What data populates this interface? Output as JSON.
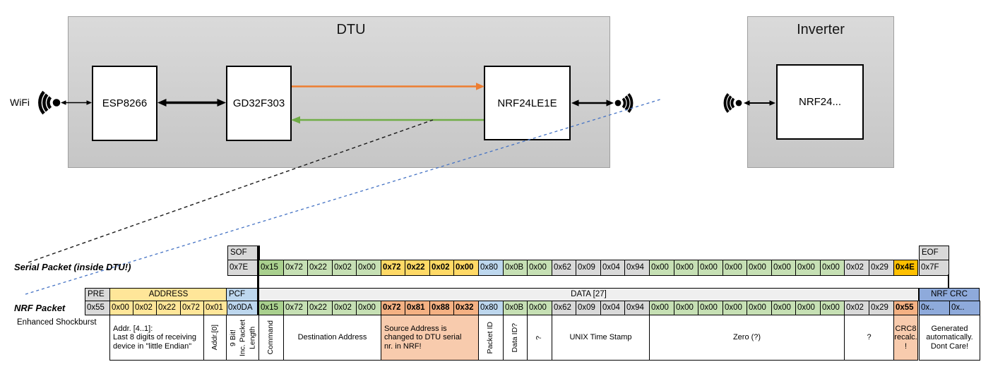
{
  "diagram": {
    "wifi_label": "WiFi",
    "dtu": {
      "title": "DTU",
      "chips": [
        "ESP8266",
        "GD32F303",
        "NRF24LE1E"
      ]
    },
    "inverter": {
      "title": "Inverter",
      "chip": "NRF24..."
    }
  },
  "palette": {
    "gray": "#D9D9D9",
    "data_header_gray": "#EFEFEF",
    "green_dark": "#A9D08E",
    "green": "#C6E0B4",
    "yellow": "#FFE699",
    "gold": "#FFD966",
    "amber": "#FFC000",
    "blue": "#BDD7EE",
    "blue_dark": "#8EAADB",
    "orange": "#F4B183",
    "peach": "#F8CBAD",
    "white": "#FFFFFF",
    "arrow_orange": "#ED7D31",
    "arrow_green": "#70AD47",
    "dash_blue": "#4472C4"
  },
  "serial_packet": {
    "label": "Serial Packet (inside DTU!)",
    "sof_header": "SOF",
    "sof_value": "0x7E",
    "eof_header": "EOF",
    "eof_value": "0x7F",
    "bytes": [
      {
        "v": "0x15",
        "c": "green_dark"
      },
      {
        "v": "0x72",
        "c": "green"
      },
      {
        "v": "0x22",
        "c": "green"
      },
      {
        "v": "0x02",
        "c": "green"
      },
      {
        "v": "0x00",
        "c": "green"
      },
      {
        "v": "0x72",
        "c": "gold",
        "b": true
      },
      {
        "v": "0x22",
        "c": "gold",
        "b": true
      },
      {
        "v": "0x02",
        "c": "gold",
        "b": true
      },
      {
        "v": "0x00",
        "c": "gold",
        "b": true
      },
      {
        "v": "0x80",
        "c": "blue"
      },
      {
        "v": "0x0B",
        "c": "green"
      },
      {
        "v": "0x00",
        "c": "green"
      },
      {
        "v": "0x62",
        "c": "gray"
      },
      {
        "v": "0x09",
        "c": "gray"
      },
      {
        "v": "0x04",
        "c": "gray"
      },
      {
        "v": "0x94",
        "c": "gray"
      },
      {
        "v": "0x00",
        "c": "green"
      },
      {
        "v": "0x00",
        "c": "green"
      },
      {
        "v": "0x00",
        "c": "green"
      },
      {
        "v": "0x00",
        "c": "green"
      },
      {
        "v": "0x00",
        "c": "green"
      },
      {
        "v": "0x00",
        "c": "green"
      },
      {
        "v": "0x00",
        "c": "green"
      },
      {
        "v": "0x00",
        "c": "green"
      },
      {
        "v": "0x02",
        "c": "gray"
      },
      {
        "v": "0x29",
        "c": "gray"
      },
      {
        "v": "0x4E",
        "c": "amber",
        "b": true
      }
    ]
  },
  "nrf_packet": {
    "label": "NRF Packet",
    "sublabel": "Enhanced Shockburst",
    "pre_header": "PRE",
    "pre_value": "0x55",
    "address_header": "ADDRESS",
    "address_values": [
      "0x00",
      "0x02",
      "0x22",
      "0x72",
      "0x01"
    ],
    "pcf_header": "PCF",
    "pcf_value": "0x0DA",
    "data_header": "DATA [27]",
    "crc_header": "NRF CRC",
    "crc_values": [
      "0x..",
      "0x.."
    ],
    "bytes": [
      {
        "v": "0x15",
        "c": "green_dark"
      },
      {
        "v": "0x72",
        "c": "green"
      },
      {
        "v": "0x22",
        "c": "green"
      },
      {
        "v": "0x02",
        "c": "green"
      },
      {
        "v": "0x00",
        "c": "green"
      },
      {
        "v": "0x72",
        "c": "orange",
        "b": true
      },
      {
        "v": "0x81",
        "c": "orange",
        "b": true
      },
      {
        "v": "0x88",
        "c": "orange",
        "b": true
      },
      {
        "v": "0x32",
        "c": "orange",
        "b": true
      },
      {
        "v": "0x80",
        "c": "blue"
      },
      {
        "v": "0x0B",
        "c": "green"
      },
      {
        "v": "0x00",
        "c": "green"
      },
      {
        "v": "0x62",
        "c": "gray"
      },
      {
        "v": "0x09",
        "c": "gray"
      },
      {
        "v": "0x04",
        "c": "gray"
      },
      {
        "v": "0x94",
        "c": "gray"
      },
      {
        "v": "0x00",
        "c": "green"
      },
      {
        "v": "0x00",
        "c": "green"
      },
      {
        "v": "0x00",
        "c": "green"
      },
      {
        "v": "0x00",
        "c": "green"
      },
      {
        "v": "0x00",
        "c": "green"
      },
      {
        "v": "0x00",
        "c": "green"
      },
      {
        "v": "0x00",
        "c": "green"
      },
      {
        "v": "0x00",
        "c": "green"
      },
      {
        "v": "0x02",
        "c": "gray"
      },
      {
        "v": "0x29",
        "c": "gray"
      },
      {
        "v": "0x55",
        "c": "orange",
        "b": true
      }
    ]
  },
  "annotations": {
    "address": [
      {
        "text": "Addr. [4..1]:\nLast 8 digits of receiving device in \"little Endian\"",
        "span": 4,
        "align": "left"
      },
      {
        "text": "Addr.[0]",
        "span": 1,
        "vertical": true
      }
    ],
    "pcf": {
      "text": "9 Bit!\nInc. Packet\nLength",
      "vertical": true
    },
    "data": [
      {
        "text": "Command",
        "span": 1,
        "vertical": true
      },
      {
        "text": "Destination Address",
        "span": 4
      },
      {
        "text": "Source Address is\nchanged to DTU serial\nnr. in NRF!",
        "span": 4,
        "bg": "peach",
        "align": "left"
      },
      {
        "text": "Packet ID",
        "span": 1,
        "vertical": true
      },
      {
        "text": "Data ID?",
        "span": 1,
        "vertical": true
      },
      {
        "text": "?",
        "span": 1,
        "vertical": true
      },
      {
        "text": "UNIX Time Stamp",
        "span": 4
      },
      {
        "text": "Zero (?)",
        "span": 8
      },
      {
        "text": "?",
        "span": 2
      },
      {
        "text": "CRC8\nrecalc.\n!",
        "span": 1,
        "bg": "peach"
      }
    ],
    "crc": {
      "text": "Generated\nautomatically.\nDont Care!"
    }
  }
}
